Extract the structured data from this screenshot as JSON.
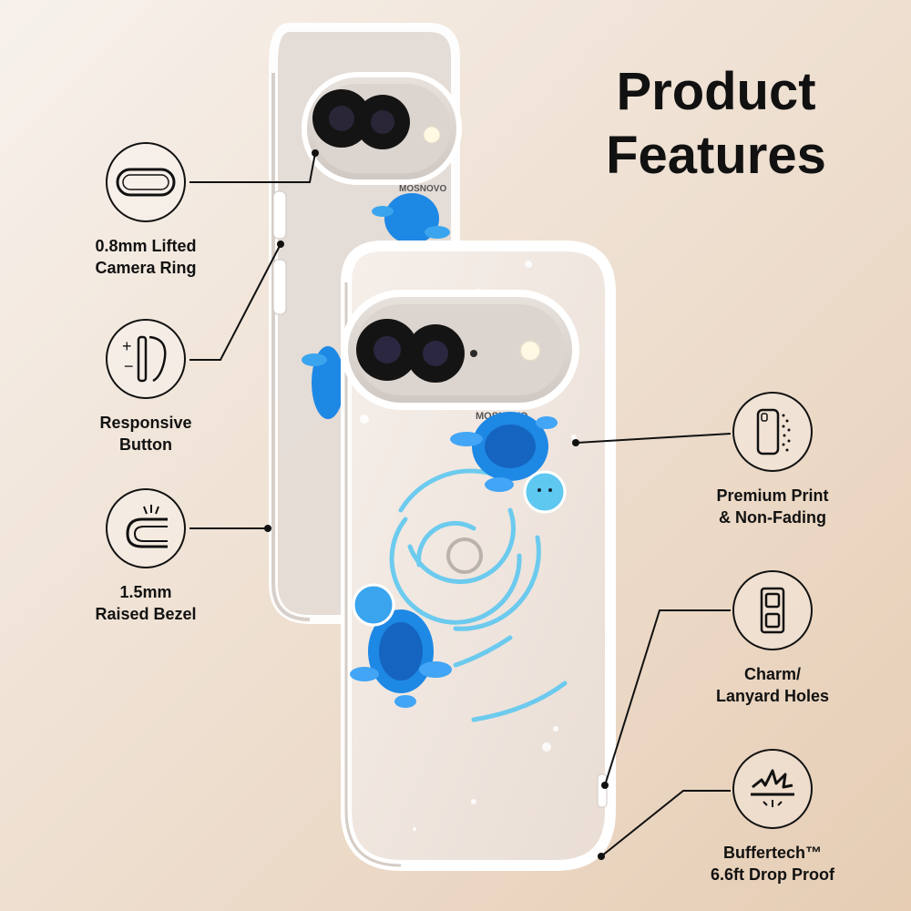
{
  "title": {
    "line1": "Product",
    "line2": "Features"
  },
  "phone": {
    "brand": "MOSNOVO"
  },
  "features_left": [
    {
      "line1": "0.8mm Lifted",
      "line2": "Camera Ring",
      "icon": "camera-ring-icon"
    },
    {
      "line1": "Responsive",
      "line2": "Button",
      "icon": "button-icon"
    },
    {
      "line1": "1.5mm",
      "line2": "Raised Bezel",
      "icon": "bezel-icon"
    }
  ],
  "features_right": [
    {
      "line1": "Premium Print",
      "line2": "& Non-Fading",
      "icon": "print-icon"
    },
    {
      "line1": "Charm/",
      "line2": "Lanyard Holes",
      "icon": "lanyard-holes-icon"
    },
    {
      "line1": "Buffertech™",
      "line2": "6.6ft Drop Proof",
      "icon": "shock-absorb-icon"
    }
  ],
  "colors": {
    "turtle": "#1e88e5",
    "swirl": "#5ec8f0",
    "line": "#111111"
  }
}
